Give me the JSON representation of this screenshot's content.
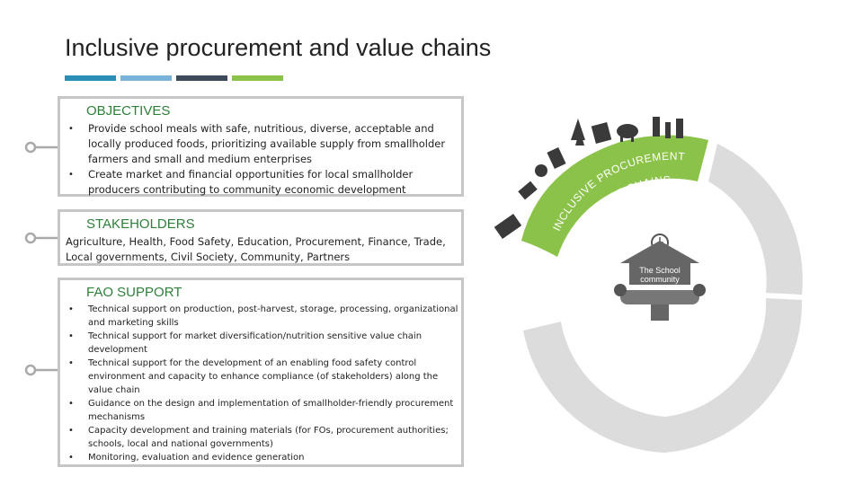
{
  "title": "Inclusive procurement and value chains",
  "title_bar_colors": [
    "#2b8fb5",
    "#7ab3d9",
    "#3d4a5a",
    "#8bc34a"
  ],
  "accent_color": "#2e7f3a",
  "objectives": {
    "heading": "OBJECTIVES",
    "items": [
      "Provide school meals with safe, nutritious, diverse, acceptable and locally produced foods, prioritizing available supply from smallholder farmers and small and medium enterprises",
      "Create market and financial opportunities for local smallholder producers contributing to community economic development"
    ]
  },
  "stakeholders": {
    "heading": "STAKEHOLDERS",
    "text": "Agriculture, Health, Food Safety, Education, Procurement, Finance, Trade, Local governments, Civil Society, Community, Partners"
  },
  "fao_support": {
    "heading": "FAO SUPPORT",
    "items": [
      "Technical support on production, post-harvest, storage, processing, organizational and marketing skills",
      "Technical support for market diversification/nutrition sensitive value chain development",
      "Technical support for the development of an enabling food safety control environment and capacity to enhance compliance (of stakeholders) along the value chain",
      "Guidance on the design and implementation of smallholder-friendly procurement mechanisms",
      "Capacity development and training materials (for FOs, procurement authorities; schools, local and national governments)",
      "Monitoring, evaluation and evidence generation"
    ]
  },
  "diagram": {
    "segment_line1": "INCLUSIVE PROCUREMENT",
    "segment_line2": "AND VALUE CHAINS",
    "center_line1": "The School",
    "center_line2": "community",
    "green_color": "#8bc34a",
    "grey_color": "#dcdcdc"
  }
}
